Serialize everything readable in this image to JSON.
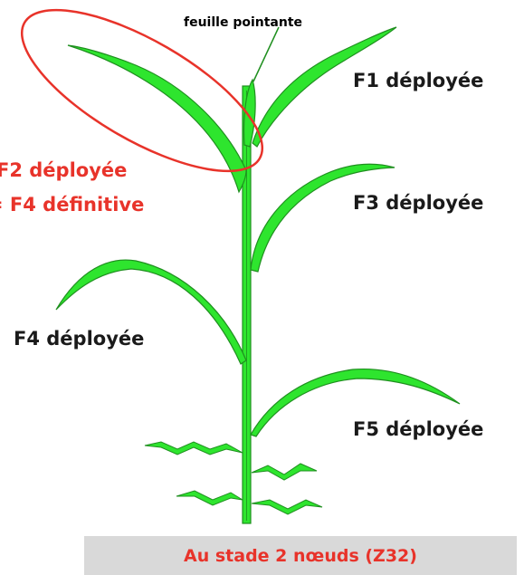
{
  "labels": {
    "pointing_leaf": "feuille pointante",
    "f1": "F1 déployée",
    "f2_line1": "F2 déployée",
    "f2_line2": "= F4 définitive",
    "f3": "F3 déployée",
    "f4": "F4 déployée",
    "f5": "F5 déployée"
  },
  "caption": "Au stade 2 nœuds (Z32)",
  "colors": {
    "leaf_fill": "#2ee52e",
    "leaf_stroke": "#1f8f1f",
    "highlight": "#e8332a",
    "label_dark": "#1a1a1a",
    "caption_bg": "#d9d9d9"
  }
}
